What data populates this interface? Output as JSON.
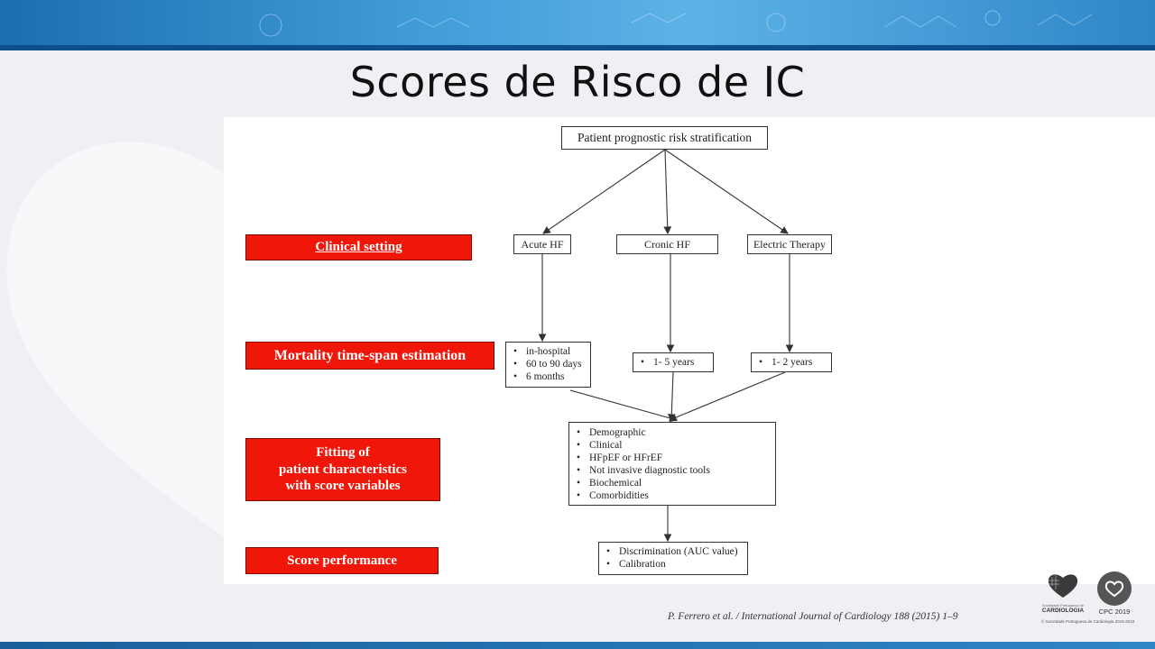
{
  "slide": {
    "title": "Scores de Risco de IC"
  },
  "labels": {
    "clinical_setting": "Clinical  setting",
    "mortality": "Mortality time-span estimation",
    "fitting": "Fitting of\npatient characteristics\nwith score variables",
    "performance": "Score performance"
  },
  "flowchart": {
    "root": "Patient prognostic risk stratification",
    "settings": {
      "acute": "Acute HF",
      "cronic": "Cronic HF",
      "electric": "Electric Therapy"
    },
    "timespans": {
      "acute": [
        "in-hospital",
        "60 to 90 days",
        "6 months"
      ],
      "cronic": [
        "1- 5 years"
      ],
      "electric": [
        "1- 2 years"
      ]
    },
    "characteristics": [
      "Demographic",
      "Clinical",
      "HFpEF or HFrEF",
      "Not invasive diagnostic tools",
      "Biochemical",
      "Comorbidities"
    ],
    "performance": [
      "Discrimination (AUC value)",
      "Calibration"
    ]
  },
  "citation": "P. Ferrero et al. / International Journal of Cardiology 188 (2015) 1–9",
  "logos": {
    "spc_small": "Sociedade Portuguesa de",
    "spc_name": "CARDIOLOGIA",
    "cpc_name": "CPC 2019",
    "footer": "© Sociedade Portuguesa de Cardiologia 2018-2019"
  },
  "colors": {
    "label_red": "#f0160a",
    "banner_blue": "#1b6fb1"
  }
}
